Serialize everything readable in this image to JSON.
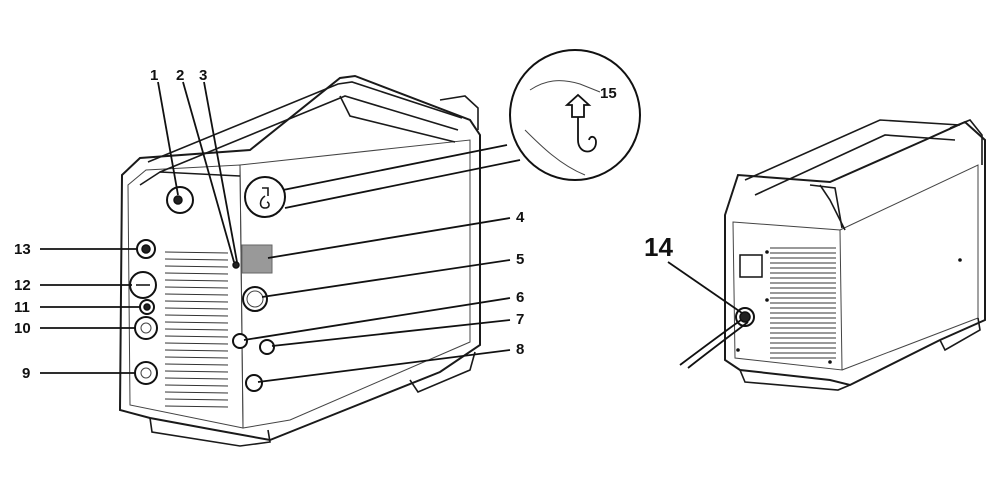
{
  "callouts": {
    "c1": "1",
    "c2": "2",
    "c3": "3",
    "c4": "4",
    "c5": "5",
    "c6": "6",
    "c7": "7",
    "c8": "8",
    "c9": "9",
    "c10": "10",
    "c11": "11",
    "c12": "12",
    "c13": "13",
    "c14": "14",
    "c15": "15"
  },
  "colors": {
    "line": "#1a1a1a",
    "label_panel": "#999999",
    "background": "#ffffff"
  },
  "icons": {
    "hook": "lifting-hook-icon"
  }
}
